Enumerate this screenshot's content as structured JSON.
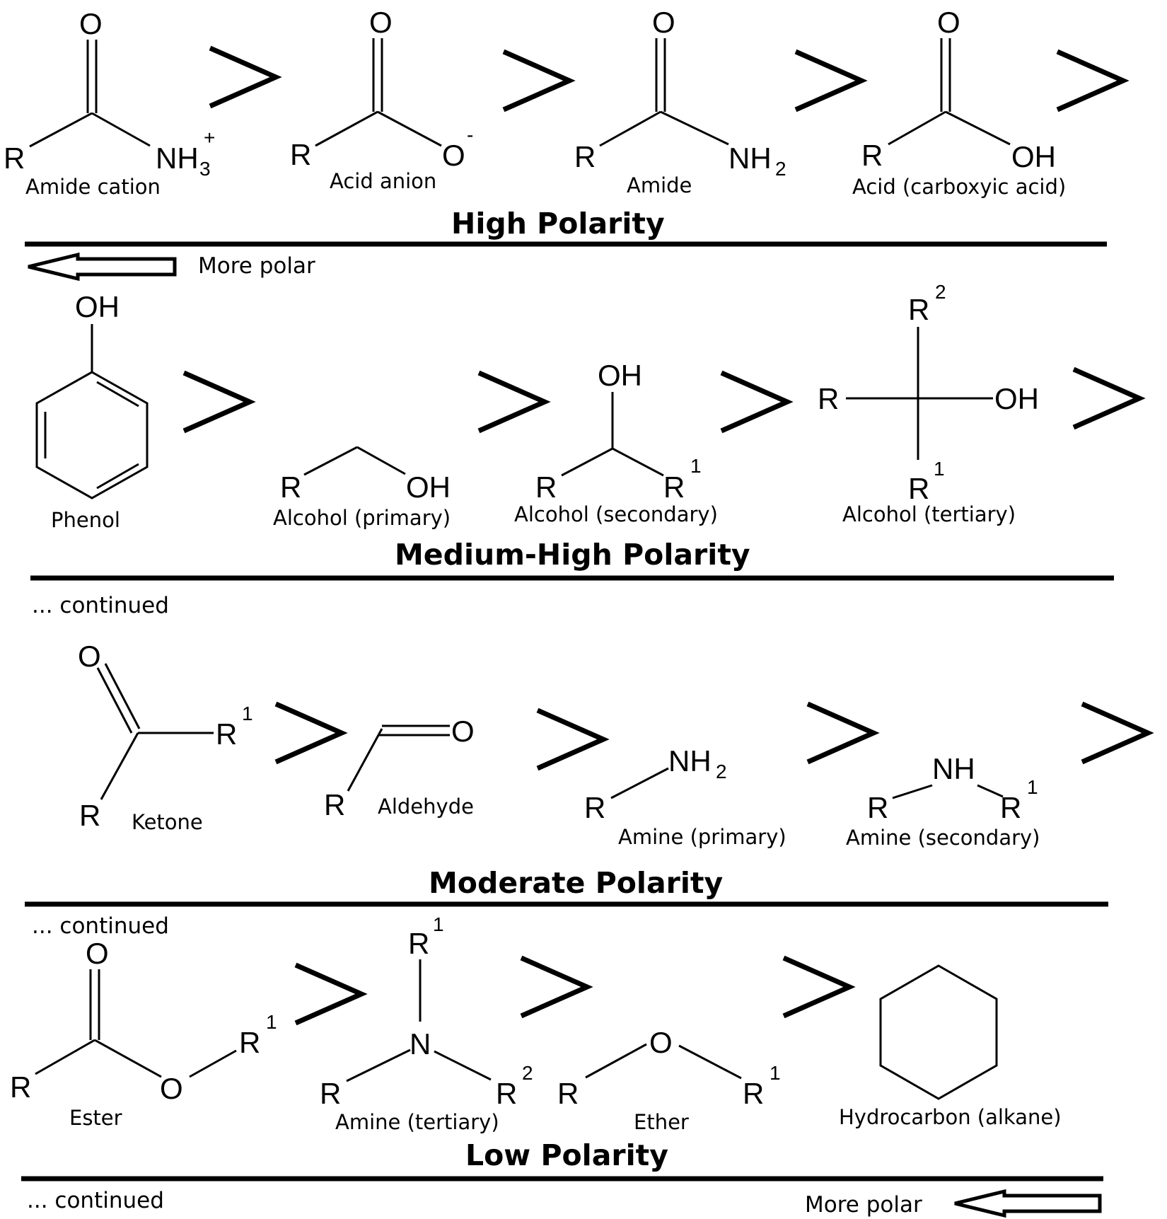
{
  "atoms": {
    "R": "R",
    "O": "O",
    "OH": "OH",
    "NH": "NH",
    "NH2": "NH",
    "NH2_sub": "2",
    "NH3": "NH",
    "NH3_sub": "3",
    "plus": "+",
    "minus": "-",
    "N": "N",
    "sup1": "1",
    "sup2": "2"
  },
  "sections": [
    {
      "header": "High Polarity",
      "compounds": [
        {
          "label": "Amide cation"
        },
        {
          "label": "Acid anion"
        },
        {
          "label": "Amide"
        },
        {
          "label": "Acid (carboxyic acid)"
        }
      ]
    },
    {
      "header": "Medium-High Polarity",
      "compounds": [
        {
          "label": "Phenol"
        },
        {
          "label": "Alcohol (primary)"
        },
        {
          "label": "Alcohol (secondary)"
        },
        {
          "label": "Alcohol (tertiary)"
        }
      ]
    },
    {
      "header": "Moderate Polarity",
      "compounds": [
        {
          "label": "Ketone"
        },
        {
          "label": "Aldehyde"
        },
        {
          "label": "Amine (primary)"
        },
        {
          "label": "Amine (secondary)"
        }
      ]
    },
    {
      "header": "Low Polarity",
      "compounds": [
        {
          "label": "Ester"
        },
        {
          "label": "Amine (tertiary)"
        },
        {
          "label": "Ether"
        },
        {
          "label": "Hydrocarbon (alkane)"
        }
      ]
    }
  ],
  "notes": {
    "more_polar_top": "More polar",
    "continued_1": "... continued",
    "continued_2": "... continued",
    "continued_3": "... continued",
    "more_polar_bottom": "More polar"
  }
}
